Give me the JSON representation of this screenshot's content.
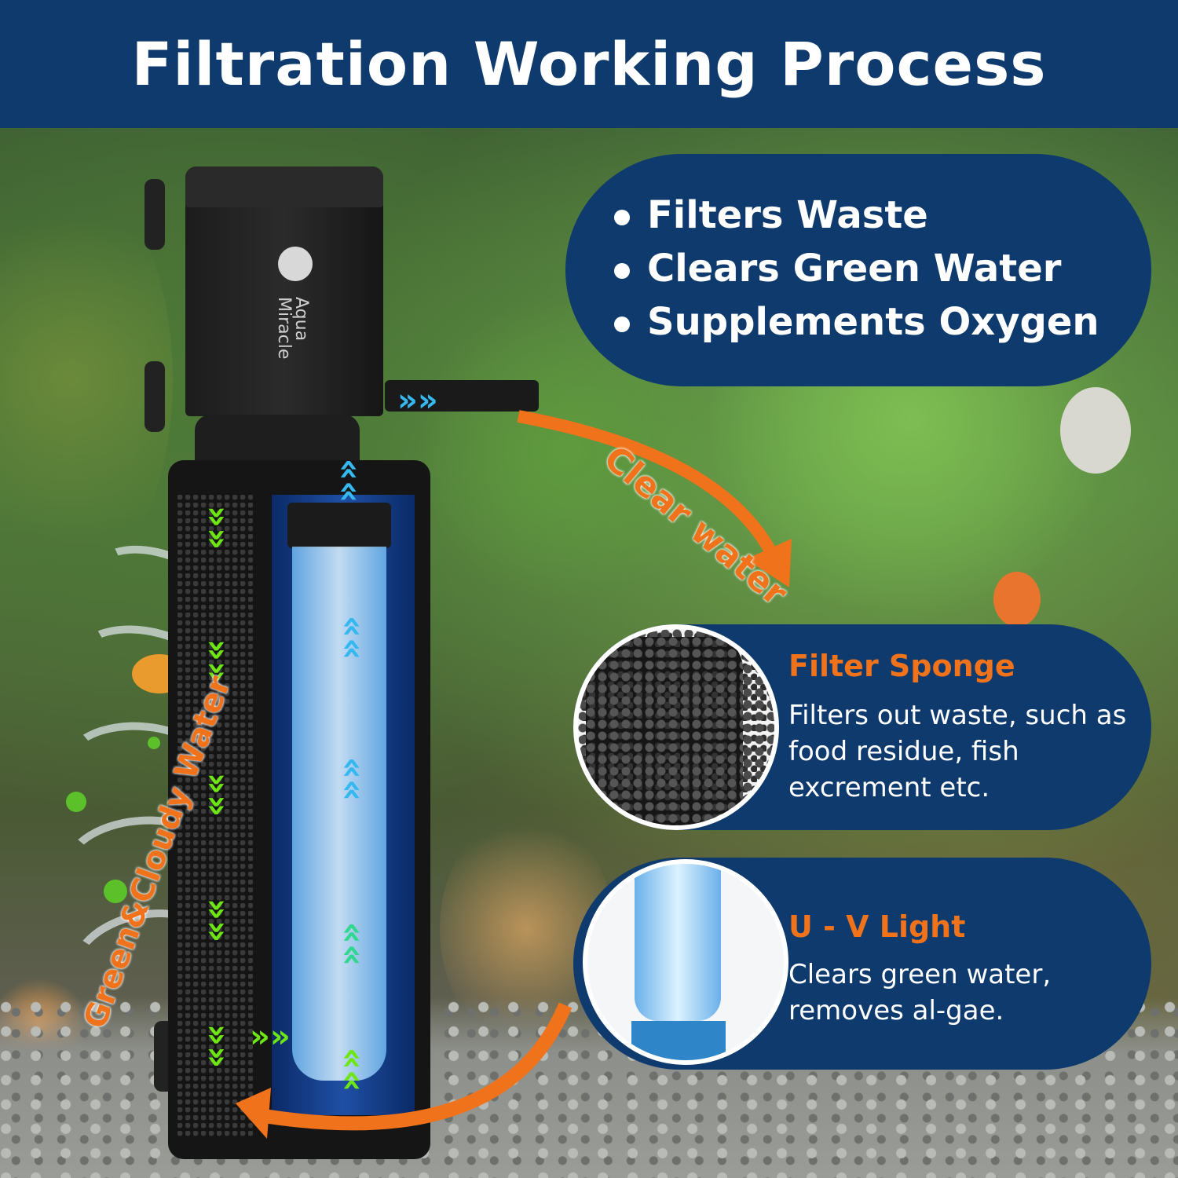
{
  "header": {
    "title": "Filtration Working Process"
  },
  "benefits": [
    "Filters Waste",
    "Clears Green Water",
    "Supplements Oxygen"
  ],
  "device": {
    "brand": "Aqua\nMiracle"
  },
  "flow_labels": {
    "outflow": "Clear water",
    "inflow": "Green&Cloudy Water"
  },
  "features": [
    {
      "title": "Filter Sponge",
      "description": "Filters out waste, such as food residue, fish excrement etc."
    },
    {
      "title": "U - V Light",
      "description": "Clears green water, removes al-gae."
    }
  ],
  "colors": {
    "header_bg": "#0f3a6d",
    "panel_bg": "#0f3a6d",
    "accent_orange": "#f0731b",
    "arrow_green": "#6de614",
    "arrow_blue": "#35b8f0"
  }
}
